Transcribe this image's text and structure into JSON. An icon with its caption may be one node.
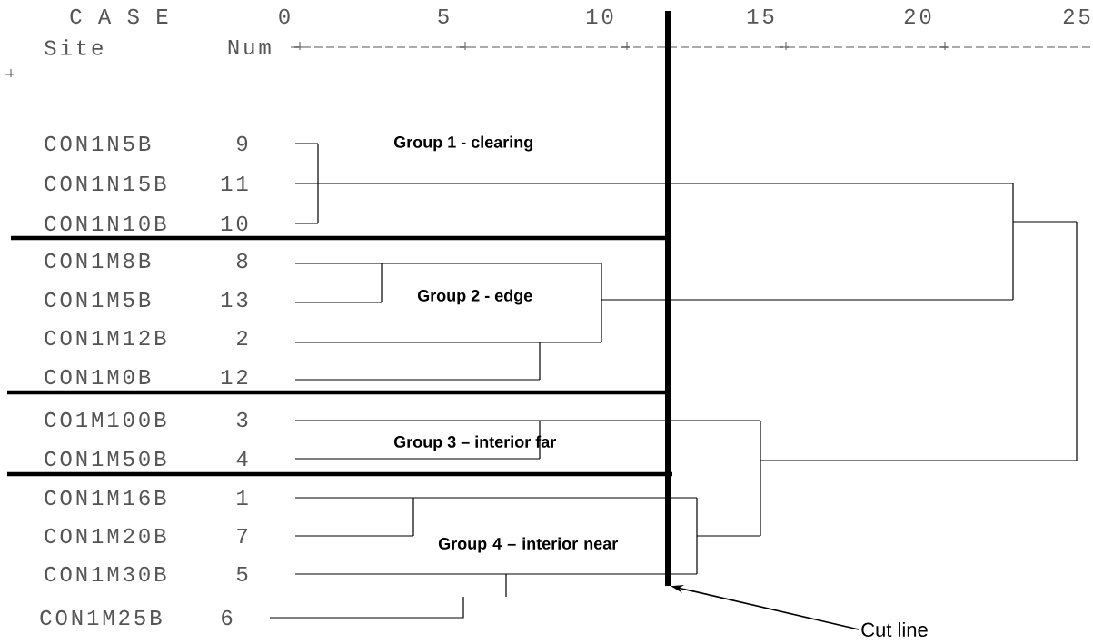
{
  "diagram": {
    "nodes": [
      {
        "text": [
          "Cut line"
        ]
      },
      {
        "text": [],
        "shape": "bar"
      }
    ],
    "edges": [
      {
        "from": 0,
        "to": 1,
        "arrow": "to"
      }
    ],
    "labels": [
      "C A S E",
      "0",
      "5",
      "10",
      "15",
      "20",
      "25",
      "Site",
      "Num",
      "CON1N5B",
      "9",
      "Group 1 - clearing",
      "CON1N15B",
      "11",
      "CON1N10B",
      "10",
      "CON1M8B",
      "8",
      "CON1M5B",
      "13",
      "Group 2 - edge",
      "CON1M12B",
      "2",
      "CON1M0B",
      "12",
      "CO1M100B",
      "3",
      "Group 3 – interior far",
      "CON1M50B",
      "4",
      "CON1M16B",
      "1",
      "CON1M20B",
      "7",
      "Group 4 – interior near",
      "CON1M30B",
      "5",
      "CON1M25B",
      "6"
    ]
  }
}
